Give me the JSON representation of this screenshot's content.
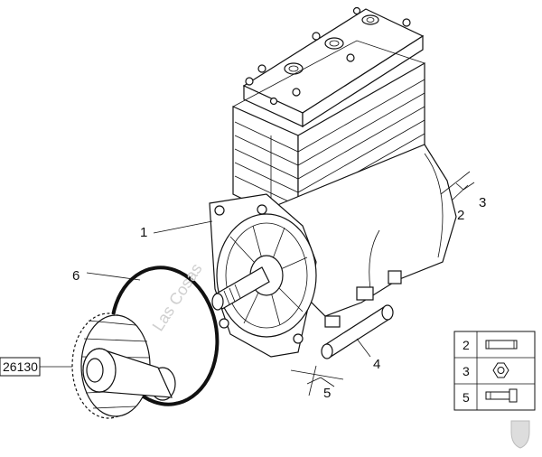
{
  "callouts": {
    "c1": "1",
    "c2": "2",
    "c3": "3",
    "c4": "4",
    "c5": "5",
    "c6": "6",
    "part_ref": "26130"
  },
  "legend": {
    "rows": [
      {
        "num": "2",
        "icon": "pin-icon"
      },
      {
        "num": "3",
        "icon": "nut-icon"
      },
      {
        "num": "5",
        "icon": "bolt-icon"
      }
    ]
  },
  "watermark": "Las Cosas"
}
